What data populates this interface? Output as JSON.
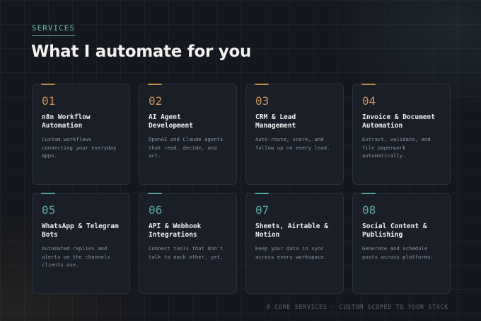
{
  "header": {
    "kicker": "SERVICES",
    "title": "What I automate for you"
  },
  "services": [
    {
      "number": "01",
      "title": "n8n Workflow Automation",
      "description": "Custom workflows connecting your everyday apps."
    },
    {
      "number": "02",
      "title": "AI Agent Development",
      "description": "OpenAI and Claude agents that read, decide, and act."
    },
    {
      "number": "03",
      "title": "CRM & Lead Management",
      "description": "Auto-route, score, and follow up on every lead."
    },
    {
      "number": "04",
      "title": "Invoice & Document Automation",
      "description": "Extract, validate, and file paperwork automatically."
    },
    {
      "number": "05",
      "title": "WhatsApp & Telegram Bots",
      "description": "Automated replies and alerts on the channels clients use."
    },
    {
      "number": "06",
      "title": "API & Webhook Integrations",
      "description": "Connect tools that don't talk to each other, yet."
    },
    {
      "number": "07",
      "title": "Sheets, Airtable & Notion",
      "description": "Keep your data in sync across every workspace."
    },
    {
      "number": "08",
      "title": "Social Content & Publishing",
      "description": "Generate and schedule posts across platforms."
    }
  ],
  "footer": {
    "text": "8 CORE SERVICES · CUSTOM SCOPED TO YOUR STACK"
  },
  "colors": {
    "background": "#14171d",
    "accent_teal": "#5fb8ad",
    "accent_amber": "#c99555",
    "card": "#1b1f27",
    "muted_text": "#8f97a3"
  }
}
